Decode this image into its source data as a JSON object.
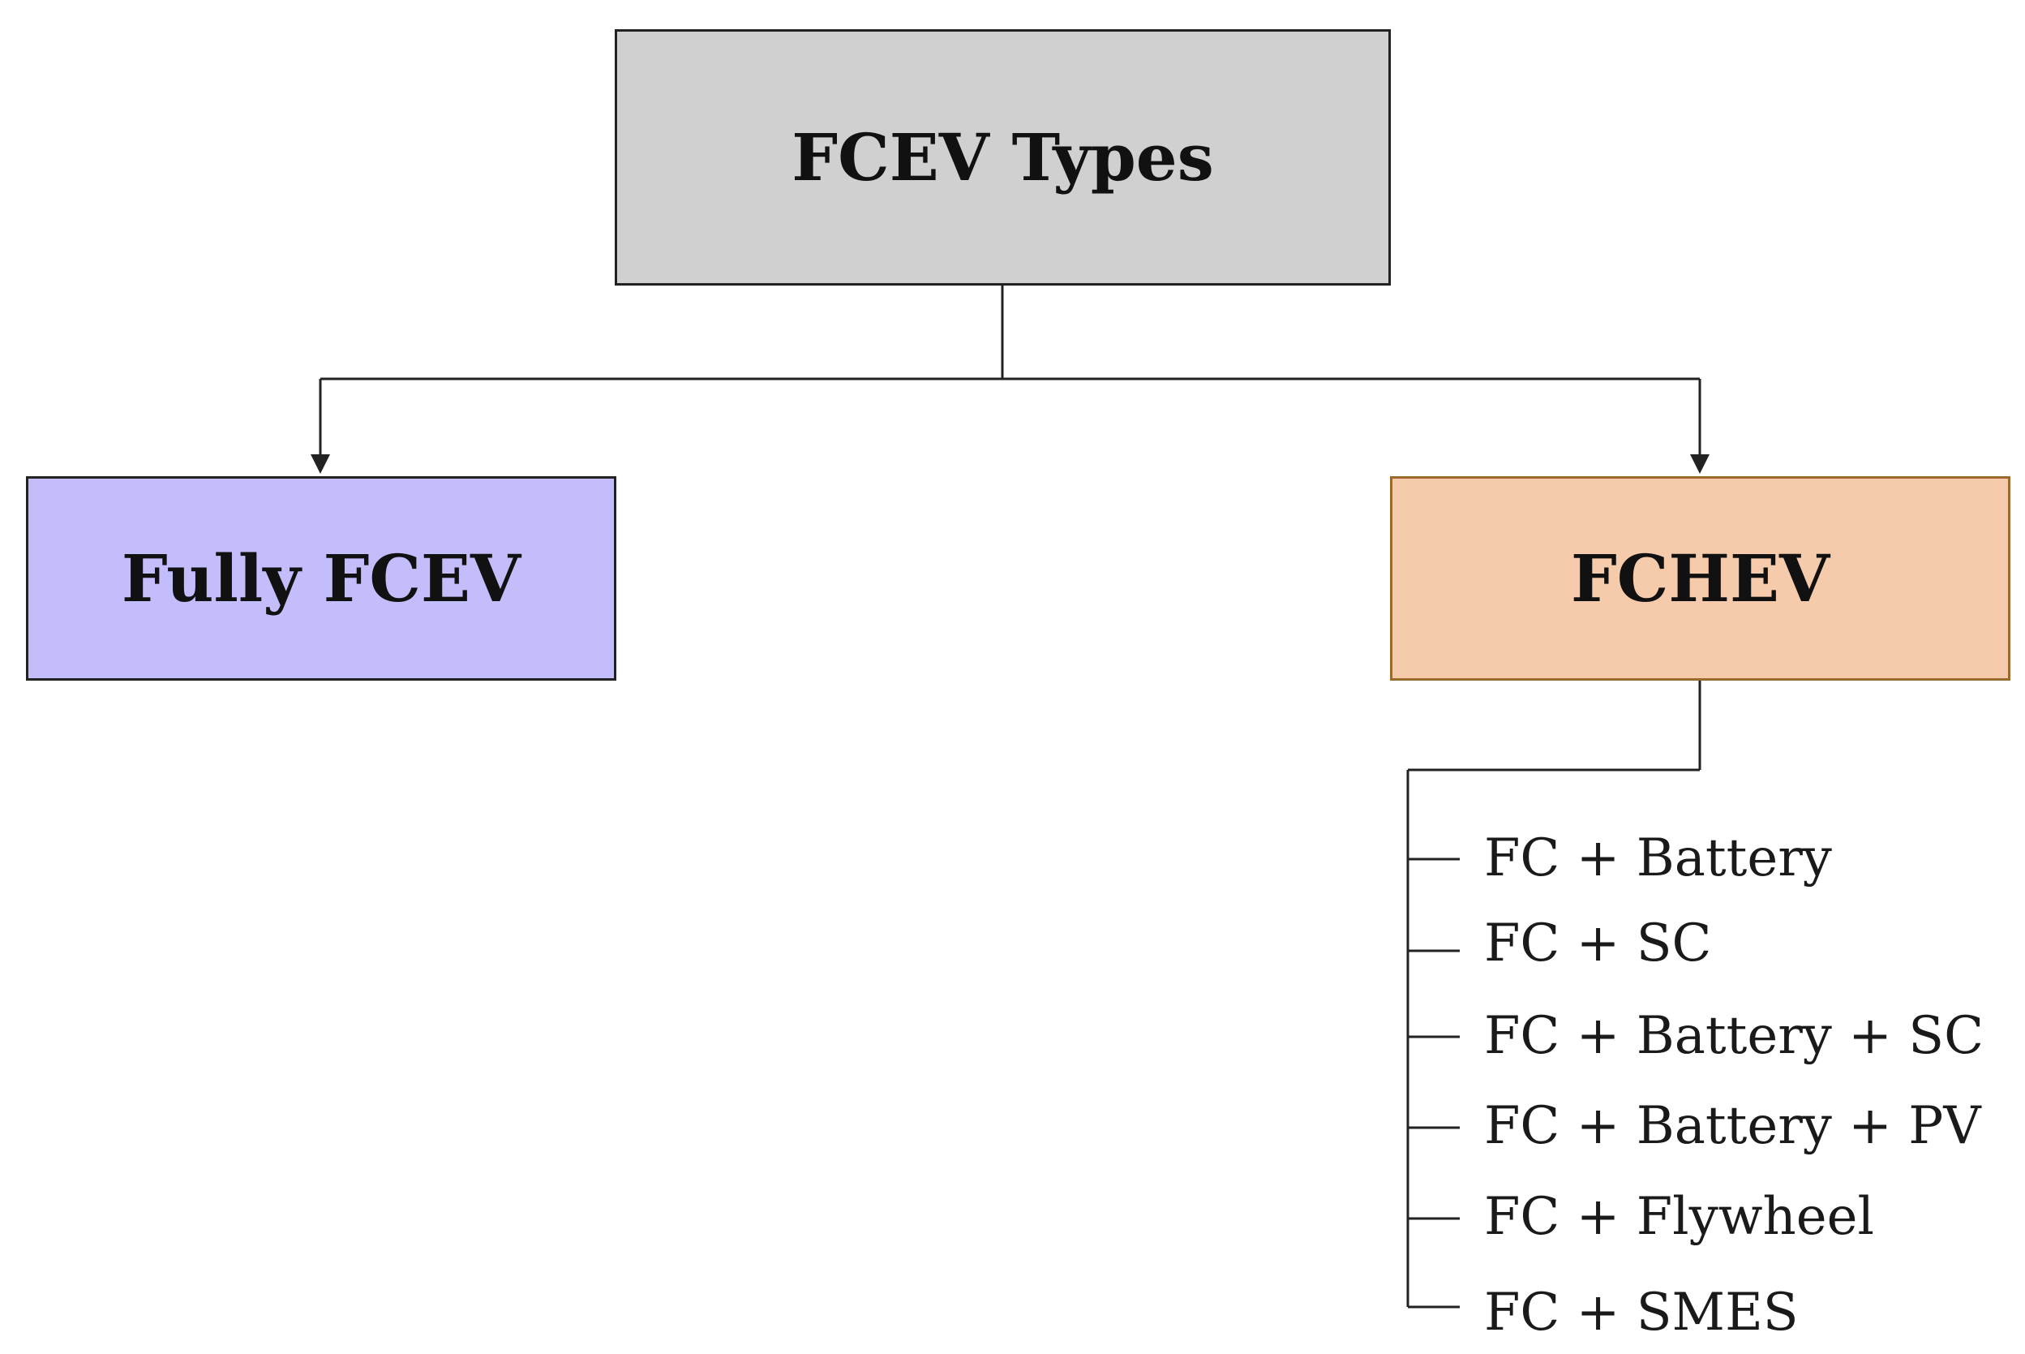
{
  "colors": {
    "root_fill": "#d1d0d1",
    "left_fill": "#c4bdfc",
    "right_fill": "#f6cbab",
    "line": "#222222"
  },
  "diagram": {
    "root": {
      "label": "FCEV Types"
    },
    "children": [
      {
        "label": "Fully FCEV"
      },
      {
        "label": "FCHEV"
      }
    ],
    "fchev_types": [
      "FC + Battery",
      "FC + SC",
      "FC + Battery + SC",
      "FC + Battery + PV",
      "FC + Flywheel",
      "FC + SMES"
    ]
  }
}
